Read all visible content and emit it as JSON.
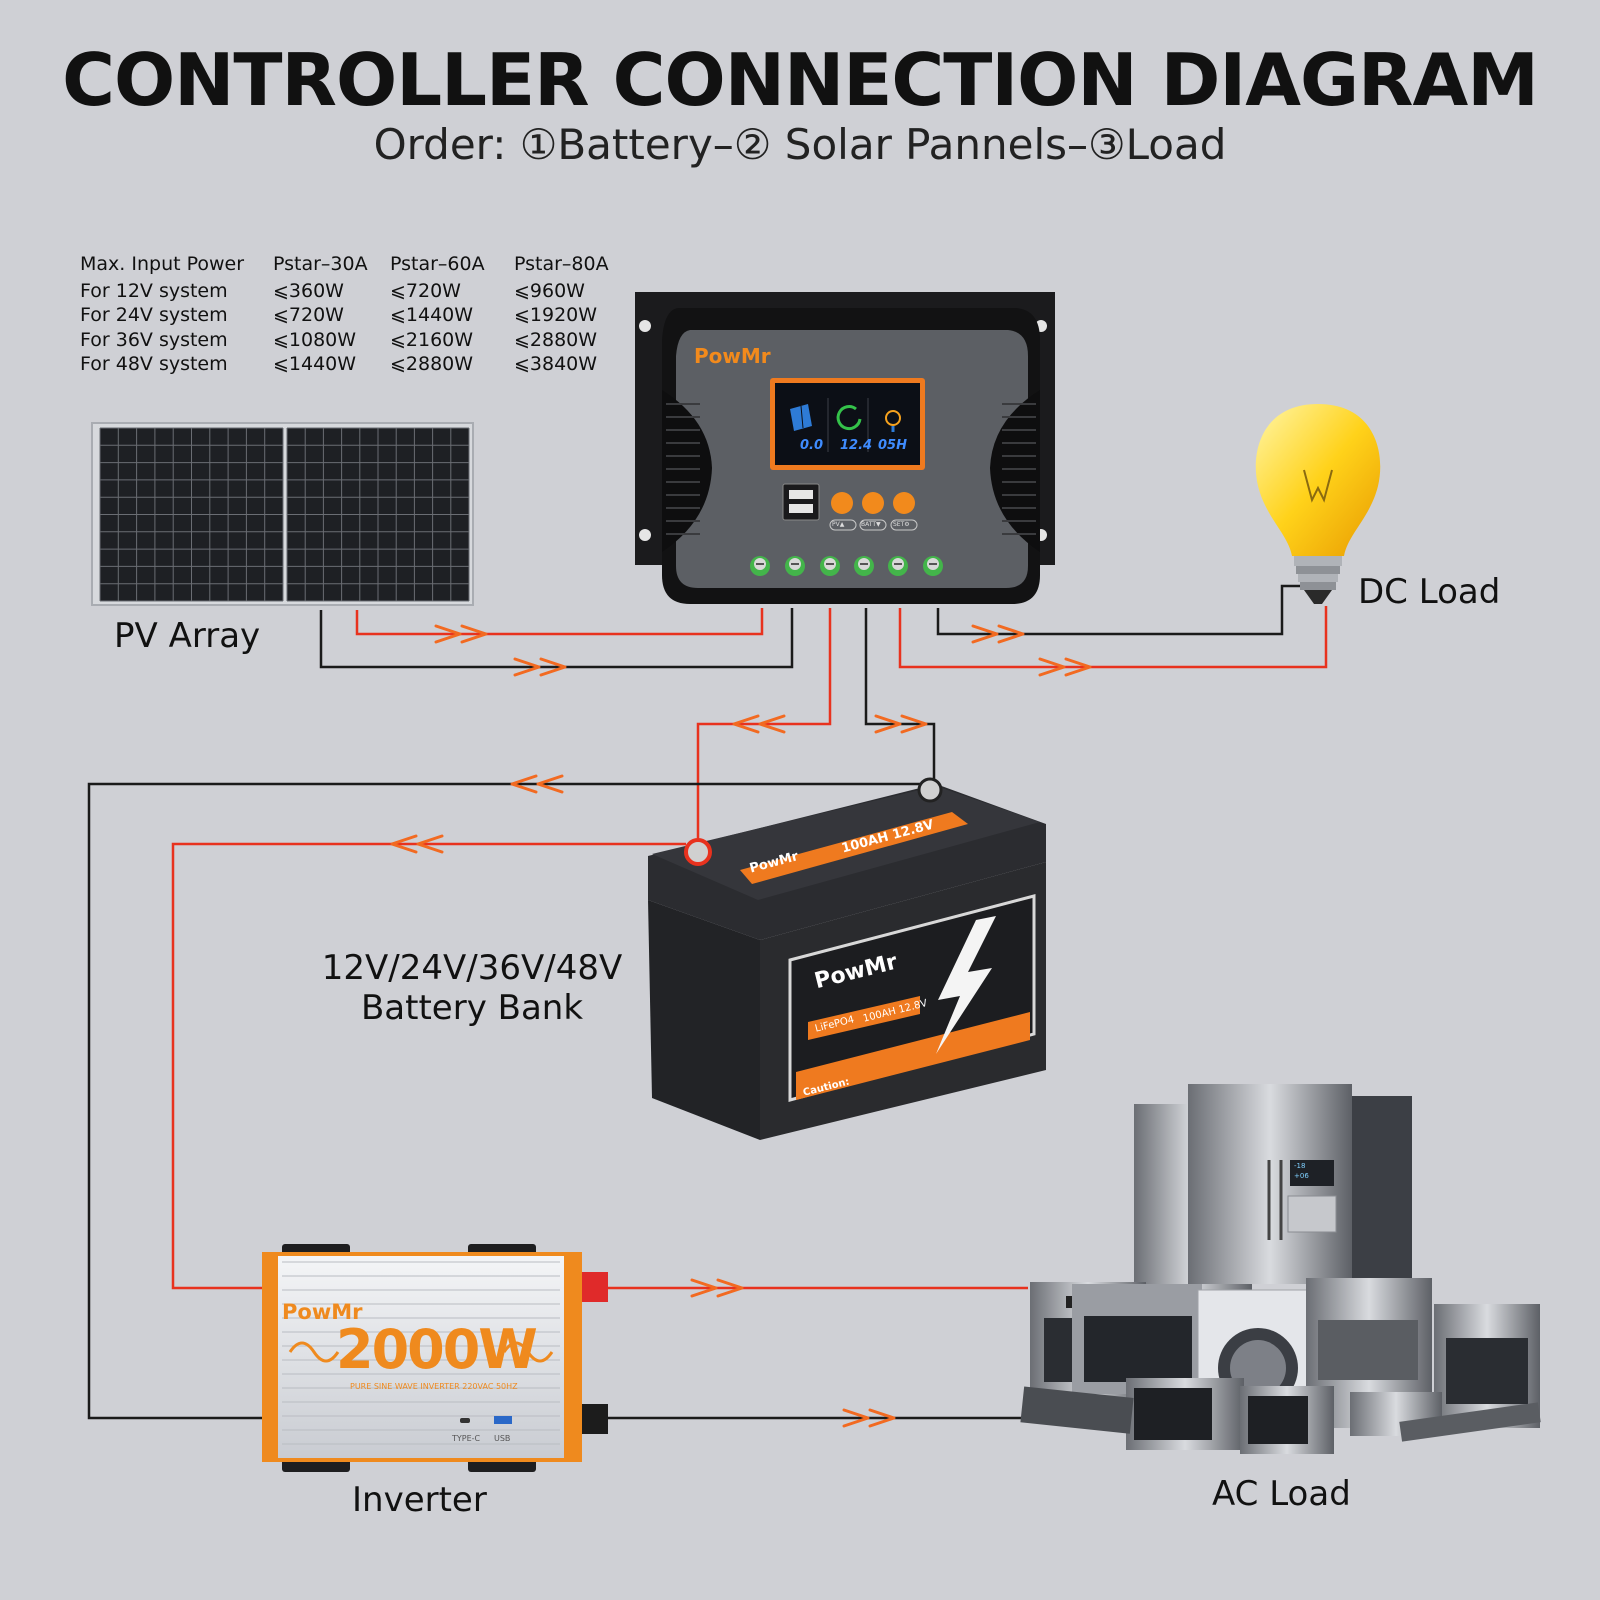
{
  "title": "CONTROLLER CONNECTION DIAGRAM",
  "subtitle": "Order: ①Battery–② Solar Pannels–③Load",
  "spec_table": {
    "headers": [
      "Max. Input Power",
      "Pstar–30A",
      "Pstar–60A",
      "Pstar–80A"
    ],
    "rows": [
      [
        "For 12V system",
        "⩽360W",
        "⩽720W",
        "⩽960W"
      ],
      [
        "For 24V system",
        "⩽720W",
        "⩽1440W",
        "⩽1920W"
      ],
      [
        "For 36V system",
        "⩽1080W",
        "⩽2160W",
        "⩽2880W"
      ],
      [
        "For 48V system",
        "⩽1440W",
        "⩽2880W",
        "⩽3840W"
      ]
    ]
  },
  "labels": {
    "pv_array": "PV Array",
    "dc_load": "DC Load",
    "battery_line1": "12V/24V/36V/48V",
    "battery_line2": "Battery Bank",
    "inverter": "Inverter",
    "ac_load": "AC Load"
  },
  "controller": {
    "brand": "PowMr",
    "lcd": [
      "0.0",
      "12.4",
      "05H"
    ],
    "buttons": [
      "PV▲",
      "BATT▼",
      "SET⚙"
    ]
  },
  "battery": {
    "brand": "PowMr",
    "top_label": "100AH 12.8V",
    "chem": "LiFePO4",
    "rating": "100AH 12.8V",
    "caution": "Caution:"
  },
  "inverter": {
    "brand": "PowMr",
    "power": "2000W",
    "desc": "PURE SINE WAVE INVERTER 220VAC 50HZ",
    "port1": "TYPE-C",
    "port2": "USB"
  },
  "fridge_display": [
    "-18",
    "+06"
  ],
  "colors": {
    "positive": "#e8321e",
    "negative": "#1a1a1a",
    "arrow": "#f26a21",
    "accent": "#f28a1c",
    "background": "#cfd0d5"
  }
}
